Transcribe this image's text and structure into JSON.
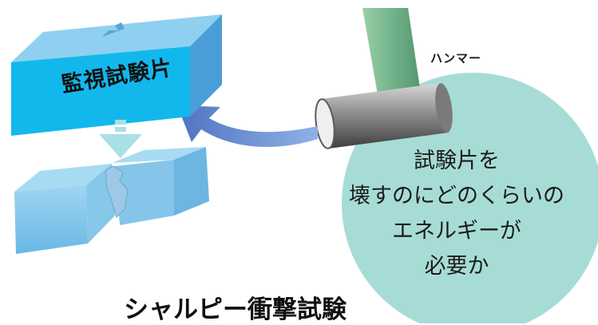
{
  "labels": {
    "specimen": "監視試験片",
    "hammer": "ハンマー",
    "question": [
      "試験片を",
      "壊すのにどのくらいの",
      "エネルギーが",
      "必要か"
    ],
    "title": "シャルピー衝撃試験"
  },
  "colors": {
    "bubble": "#a7dcd6",
    "specimen_top": "#8fd0f0",
    "specimen_front": "#12b8ec",
    "specimen_side": "#5aaee0",
    "arrow": "#5b84c9",
    "down_arrow": "#a9e0e6",
    "hammer_arm": "#6fb088",
    "hammer_head": "#8c8c8c"
  }
}
